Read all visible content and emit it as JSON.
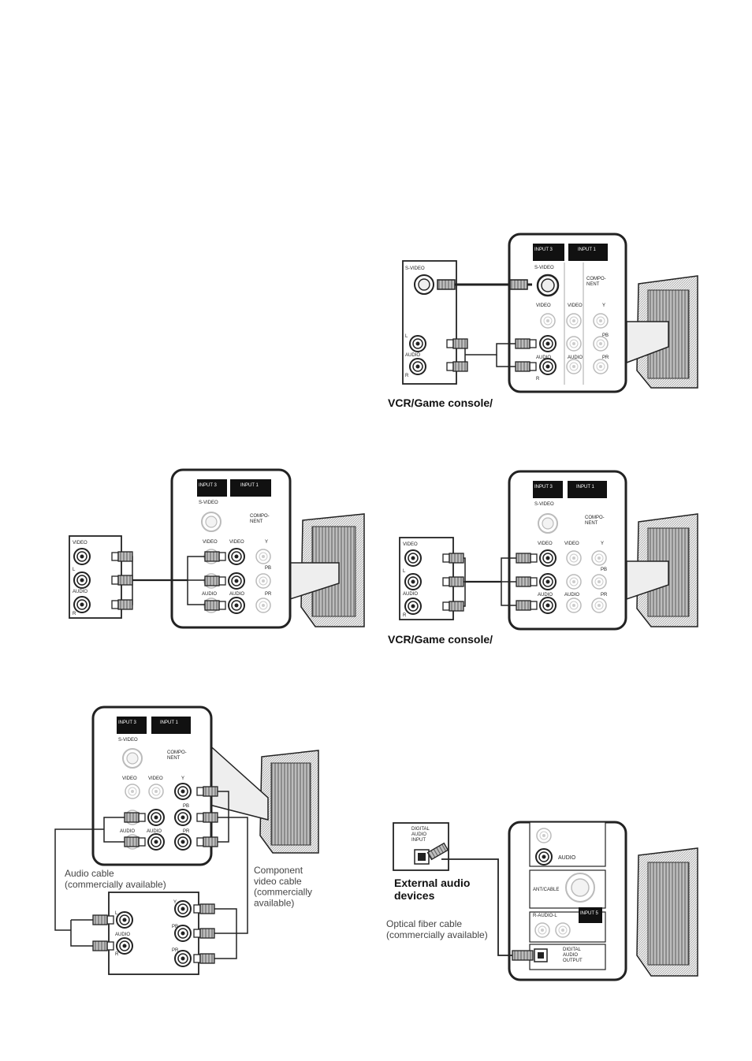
{
  "panel_labels": {
    "input3": "INPUT 3",
    "input1": "INPUT 1",
    "svideo": "S-VIDEO",
    "video": "VIDEO",
    "component": "COMPO-\nNENT",
    "y": "Y",
    "pb": "PB",
    "pr": "PR",
    "audio": "AUDIO",
    "l": "L",
    "r": "R",
    "input5": "INPUT 5",
    "ant_cable": "ANT/CABLE",
    "r_audio_l": "R-AUDIO-L",
    "digital_audio_output": "DIGITAL\nAUDIO\nOUTPUT"
  },
  "device_labels": {
    "svideo": "S-VIDEO",
    "video": "VIDEO",
    "audio": "AUDIO",
    "l": "L",
    "r": "R",
    "y": "Y",
    "pb": "PB",
    "pr": "PR",
    "digital_audio_input": "DIGITAL\nAUDIO\nINPUT"
  },
  "captions": {
    "vcr_game_console_1": "VCR/Game console/",
    "vcr_game_console_2": "VCR/Game console/",
    "audio_cable": "Audio cable\n(commercially available)",
    "component_cable": "Component\nvideo cable\n(commercially\navailable)",
    "external_audio": "External audio\ndevices",
    "optical_cable": "Optical fiber cable\n(commercially available)"
  },
  "colors": {
    "line": "#222222",
    "panel_header": "#111111",
    "shade": "#cfcfcf"
  }
}
